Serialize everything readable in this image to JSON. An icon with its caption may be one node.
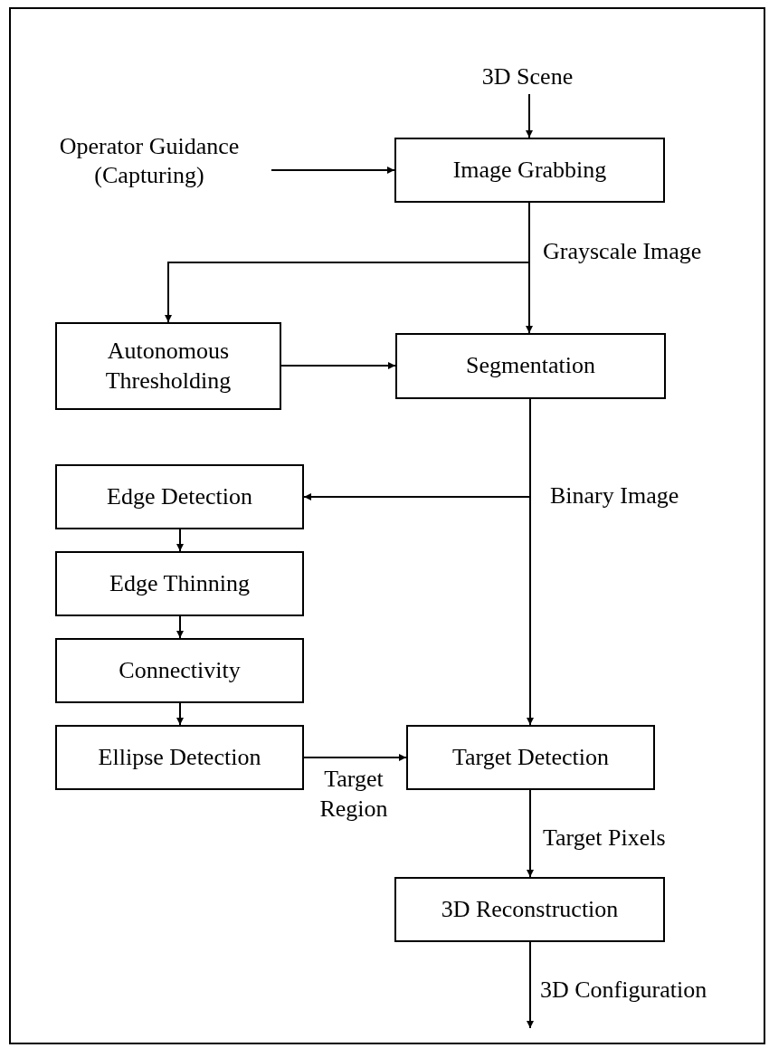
{
  "diagram": {
    "nodes": [
      {
        "text": [
          "3D Scene"
        ]
      },
      {
        "text": [
          "Operator Guidance (Capturing)"
        ]
      },
      {
        "text": [
          "Image Grabbing"
        ]
      },
      {
        "text": [
          "Autonomous Thresholding"
        ]
      },
      {
        "text": [
          "Segmentation"
        ]
      },
      {
        "text": [
          "Edge Detection"
        ]
      },
      {
        "text": [
          "Edge Thinning"
        ]
      },
      {
        "text": [
          "Connectivity"
        ]
      },
      {
        "text": [
          "Ellipse Detection"
        ]
      },
      {
        "text": [
          "Target Detection"
        ]
      },
      {
        "text": [
          "3D Reconstruction"
        ]
      }
    ],
    "edges": [
      {
        "from": 0,
        "to": 2,
        "arrow": "to"
      },
      {
        "from": 1,
        "to": 2,
        "arrow": "to"
      },
      {
        "from": 2,
        "to": 3,
        "arrow": "to"
      },
      {
        "from": 2,
        "to": 4,
        "arrow": "to",
        "label": "Grayscale Image"
      },
      {
        "from": 3,
        "to": 4,
        "arrow": "to"
      },
      {
        "from": 4,
        "to": 5,
        "arrow": "to",
        "label": "Binary Image"
      },
      {
        "from": 4,
        "to": 9,
        "arrow": "to"
      },
      {
        "from": 5,
        "to": 6,
        "arrow": "to"
      },
      {
        "from": 6,
        "to": 7,
        "arrow": "to"
      },
      {
        "from": 7,
        "to": 8,
        "arrow": "to"
      },
      {
        "from": 8,
        "to": 9,
        "arrow": "to",
        "label": "Target Region"
      },
      {
        "from": 9,
        "to": 10,
        "arrow": "to",
        "label": "Target Pixels"
      },
      {
        "from": 10,
        "to": null,
        "arrow": "to",
        "label": "3D Configuration"
      }
    ]
  }
}
